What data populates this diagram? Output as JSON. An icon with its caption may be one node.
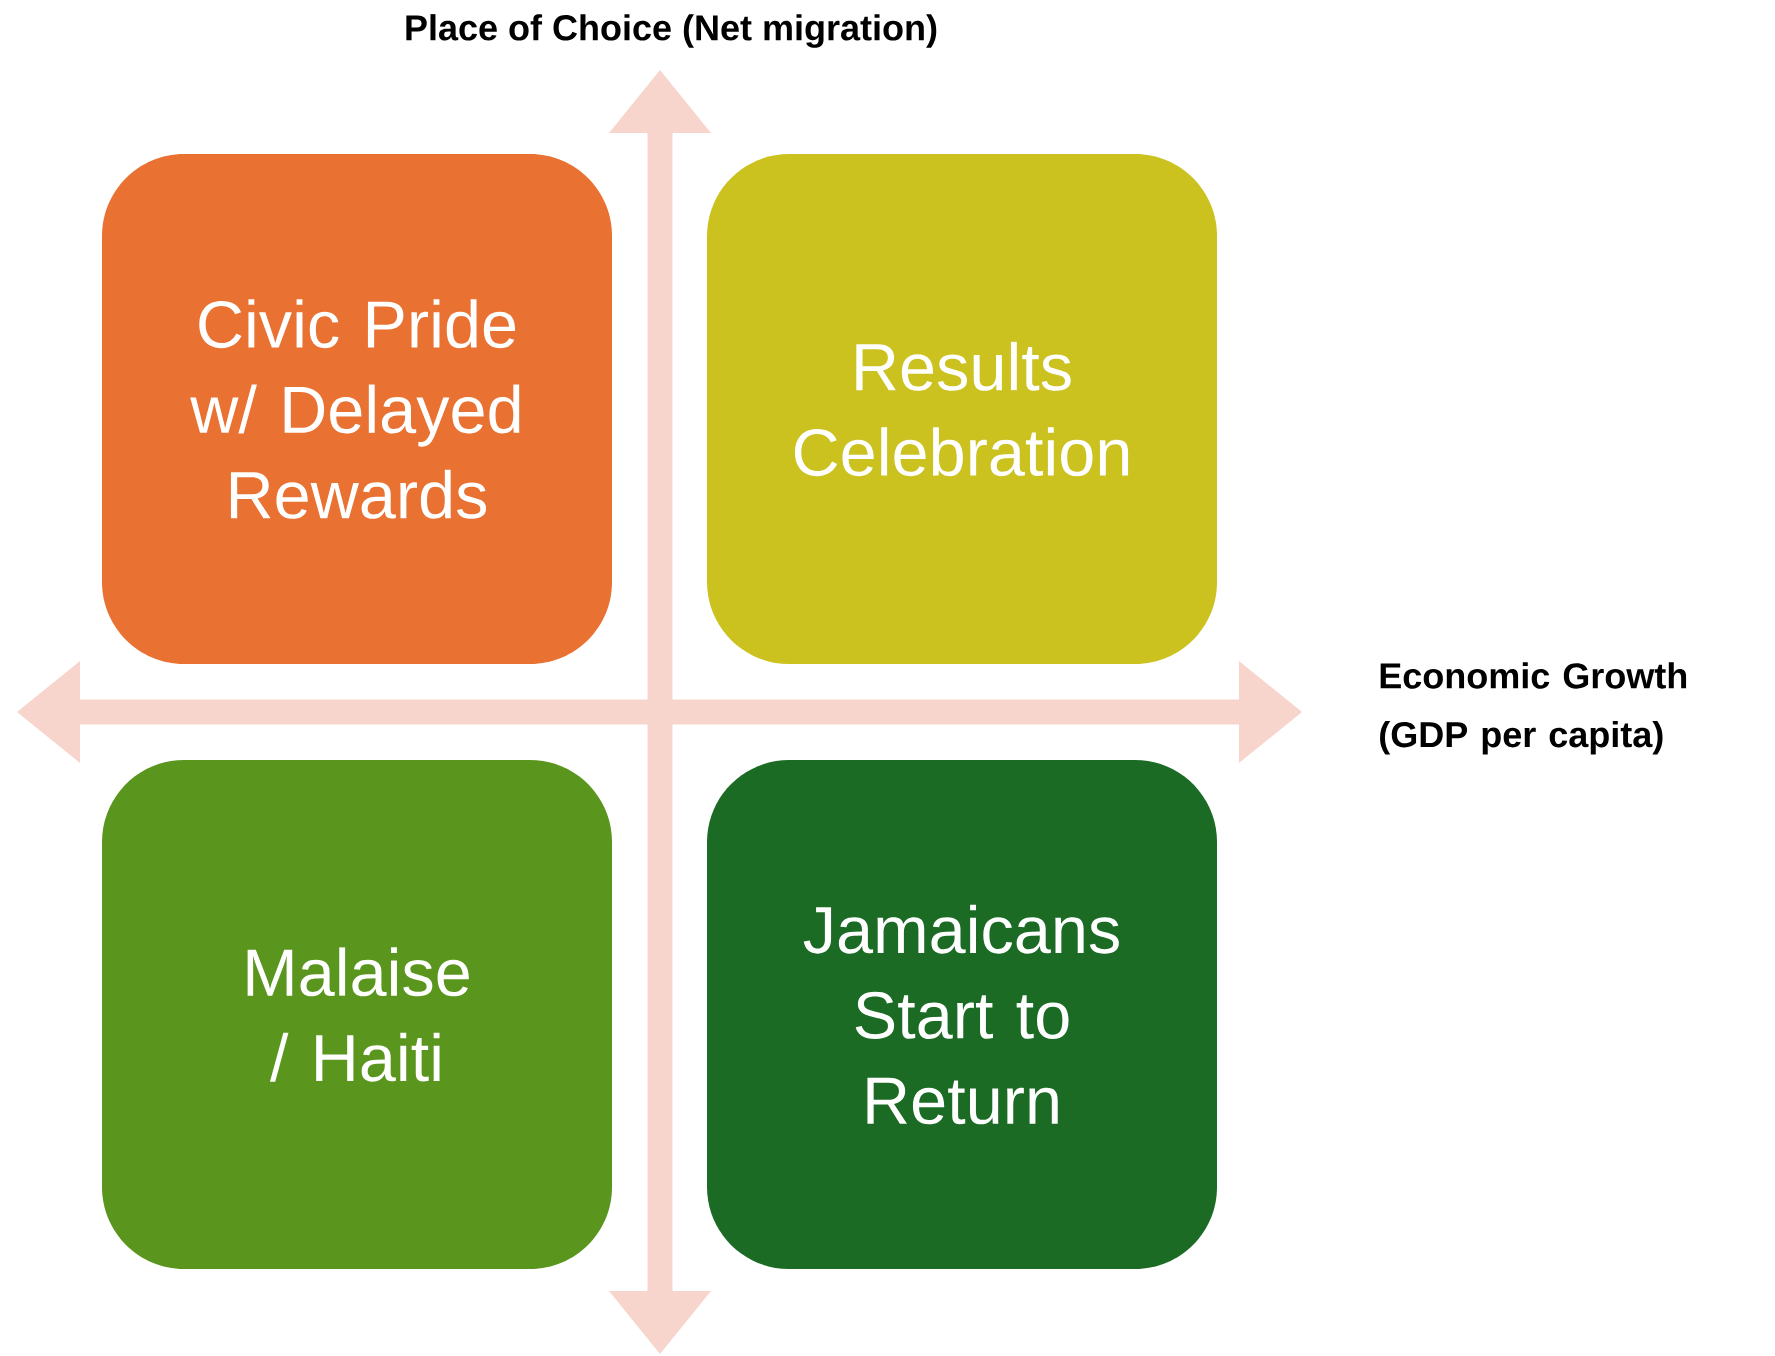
{
  "diagram": {
    "title": "Place of Choice (Net migration)",
    "nodes": [
      {
        "text": [
          "Civic Pride w/ Delayed Rewards"
        ]
      },
      {
        "text": [
          "Results Celebration"
        ]
      },
      {
        "text": [
          "Malaise / Haiti"
        ]
      },
      {
        "text": [
          "Jamaicans Start to Return"
        ]
      }
    ],
    "labels": [
      "Economic Growth (GDP per capita)"
    ]
  }
}
